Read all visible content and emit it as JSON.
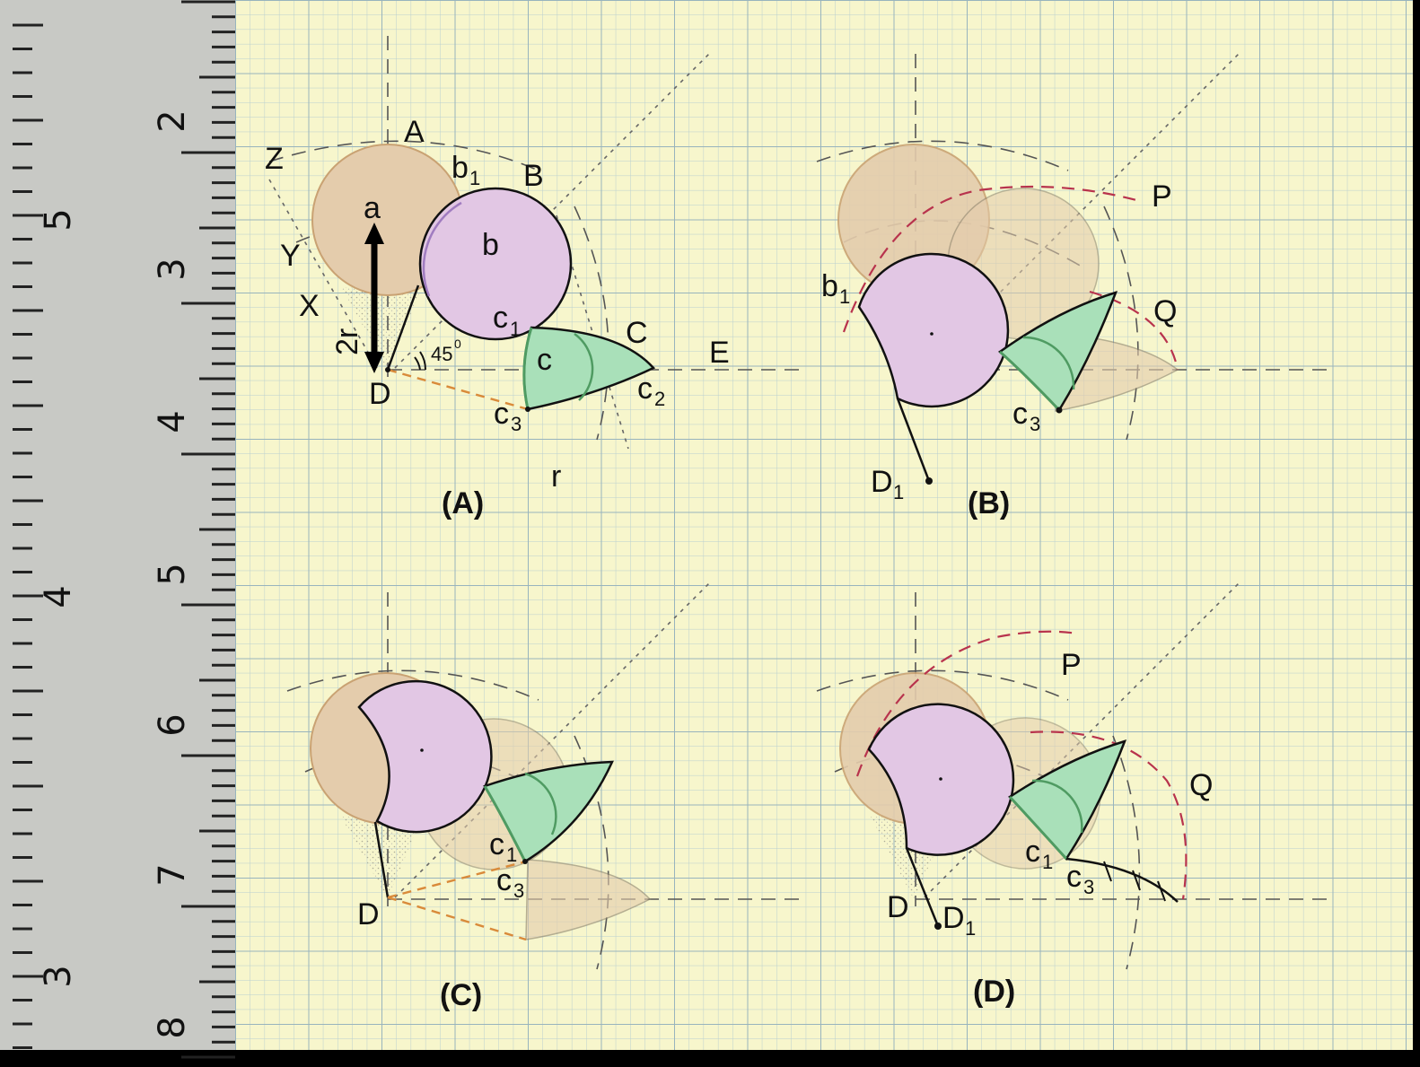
{
  "ruler": {
    "major_labels": [
      "2",
      "3",
      "4",
      "5",
      "6",
      "7",
      "8"
    ],
    "minor_labels": [
      "5",
      "4",
      "3"
    ]
  },
  "panel_a": {
    "caption": "(A)",
    "labels": {
      "A": "A",
      "B": "B",
      "C": "C",
      "E": "E",
      "Z": "Z",
      "Y": "Y",
      "X": "X",
      "a": "a",
      "b": "b",
      "c": "c",
      "D": "D",
      "r": "r",
      "two_r": "2r",
      "b1_main": "b",
      "b1_sub": "1",
      "c1_main": "c",
      "c1_sub": "1",
      "c2_main": "c",
      "c2_sub": "2",
      "c3_main": "c",
      "c3_sub": "3",
      "angle_main": "45",
      "angle_sup": "0"
    }
  },
  "panel_b": {
    "caption": "(B)",
    "labels": {
      "P": "P",
      "Q": "Q",
      "b1_main": "b",
      "b1_sub": "1",
      "c3_main": "c",
      "c3_sub": "3",
      "D1_main": "D",
      "D1_sub": "1"
    }
  },
  "panel_c": {
    "caption": "(C)",
    "labels": {
      "D": "D",
      "c1_main": "c",
      "c1_sub": "1",
      "c3_main": "c",
      "c3_sub": "3"
    }
  },
  "panel_d": {
    "caption": "(D)",
    "labels": {
      "P": "P",
      "Q": "Q",
      "D": "D",
      "D1_main": "D",
      "D1_sub": "1",
      "c1_main": "c",
      "c1_sub": "1",
      "c3_main": "c",
      "c3_sub": "3"
    }
  },
  "colors": {
    "paper": "#f7f6cc",
    "grid_minor": "#b9cfcf",
    "grid_major": "#98b4bd",
    "ruler": "#c8c9c5",
    "tan_circle": "#e4ccac",
    "tan_stroke": "#c9a273",
    "purple_circle": "#e2c7e4",
    "purple_stroke": "#a07cc0",
    "green_shape": "#a9e0b9",
    "green_stroke": "#4f9b62",
    "red_dash": "#b8334d",
    "orange_dash": "#d98a3a"
  }
}
